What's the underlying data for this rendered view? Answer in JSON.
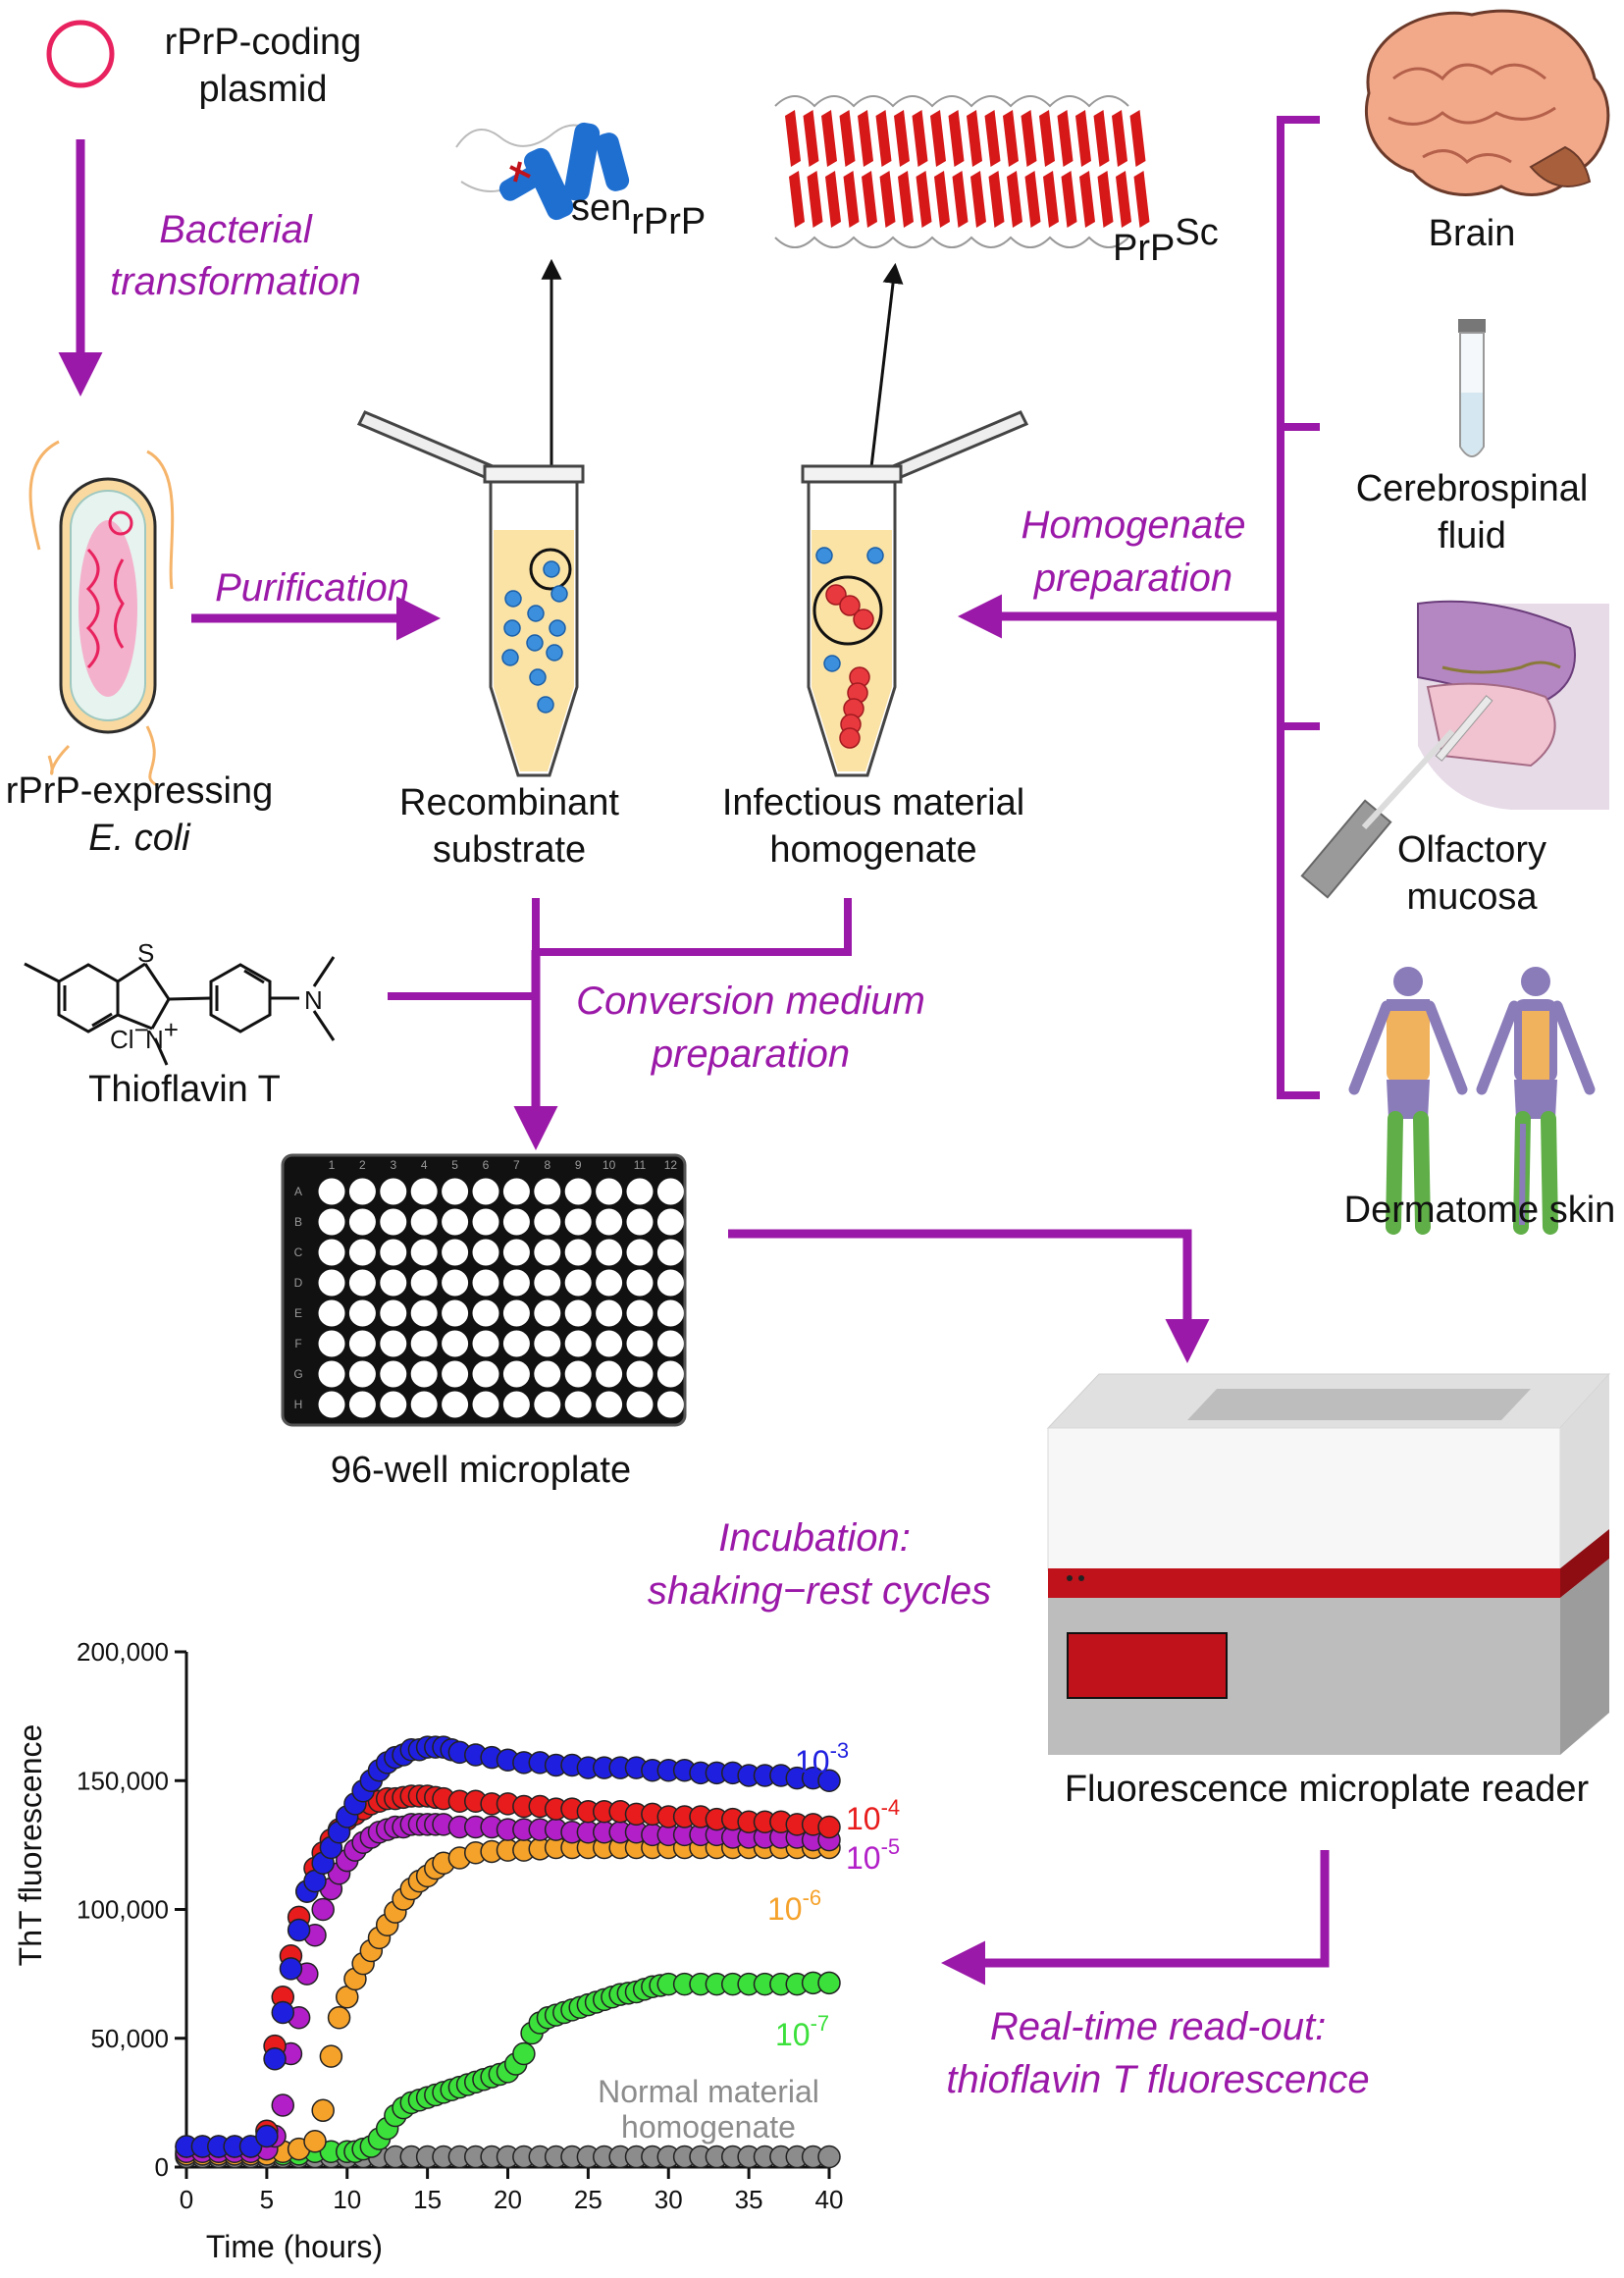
{
  "steps": {
    "bacterial_1": "Bacterial",
    "bacterial_2": "transformation",
    "purification": "Purification",
    "homogenate_1": "Homogenate",
    "homogenate_2": "preparation",
    "conversion_1": "Conversion medium",
    "conversion_2": "preparation",
    "incubation_1": "Incubation:",
    "incubation_2": "shaking−rest cycles",
    "readout_1": "Real-time read-out:",
    "readout_2": "thioflavin T fluorescence"
  },
  "labels": {
    "plasmid_1": "rPrP-coding",
    "plasmid_2": "plasmid",
    "ecoli_1": "rPrP-expressing",
    "ecoli_2": "E. coli",
    "sen_sup": "sen",
    "sen_main": "rPrP",
    "prpsc_main": "PrP",
    "prpsc_sup": "Sc",
    "tube1_1": "Recombinant",
    "tube1_2": "substrate",
    "tube2_1": "Infectious material",
    "tube2_2": "homogenate",
    "tht": "Thioflavin T",
    "tht_s": "S",
    "tht_n": "N",
    "tht_nplus": "+",
    "tht_cl": "Cl",
    "tht_clminus": "−",
    "plate": "96-well microplate",
    "reader": "Fluorescence microplate reader"
  },
  "sources": [
    {
      "line1": "Brain",
      "line2": ""
    },
    {
      "line1": "Cerebrospinal",
      "line2": "fluid"
    },
    {
      "line1": "Olfactory",
      "line2": "mucosa"
    },
    {
      "line1": "Dermatome skin",
      "line2": ""
    }
  ],
  "plate_cols": [
    "1",
    "2",
    "3",
    "4",
    "5",
    "6",
    "7",
    "8",
    "9",
    "10",
    "11",
    "12"
  ],
  "plate_rows": [
    "A",
    "B",
    "C",
    "D",
    "E",
    "F",
    "G",
    "H"
  ],
  "colors": {
    "accent": "#9b19a8",
    "plasmid": "#e8225e",
    "tube_fill": "#fbe3a6",
    "substrate_dot": "#3b8fdc",
    "prion_dot": "#e8393f",
    "reader_red": "#c0121a"
  },
  "chart_data": {
    "type": "scatter",
    "xlabel": "Time (hours)",
    "ylabel": "ThT fluorescence",
    "xlim": [
      0,
      40
    ],
    "ylim": [
      0,
      200000
    ],
    "xticks": [
      0,
      5,
      10,
      15,
      20,
      25,
      30,
      35,
      40
    ],
    "yticks": [
      0,
      50000,
      100000,
      150000,
      200000
    ],
    "xtick_labels": [
      "0",
      "5",
      "10",
      "15",
      "20",
      "25",
      "30",
      "35",
      "40"
    ],
    "ytick_labels": [
      "0",
      "50,000",
      "100,000",
      "150,000",
      "200,000"
    ],
    "grid": false,
    "series": [
      {
        "name": "10-3",
        "label_base": "10",
        "label_exp": "-3",
        "color": "#1f1fe0",
        "x": [
          0,
          1,
          2,
          3,
          4,
          5,
          5.5,
          6,
          6.5,
          7,
          7.5,
          8,
          8.5,
          9,
          9.5,
          10,
          10.5,
          11,
          11.5,
          12,
          12.5,
          13,
          13.5,
          14,
          14.5,
          15,
          15.5,
          16,
          16.5,
          17,
          18,
          19,
          20,
          21,
          22,
          23,
          24,
          25,
          26,
          27,
          28,
          29,
          30,
          31,
          32,
          33,
          34,
          35,
          36,
          37,
          38,
          39,
          40
        ],
        "y": [
          8000,
          8000,
          8000,
          8000,
          8000,
          12000,
          42000,
          60000,
          77000,
          92000,
          107000,
          111000,
          118000,
          124000,
          130000,
          136000,
          141000,
          146000,
          150000,
          154000,
          157000,
          159000,
          160000,
          162000,
          162000,
          163000,
          163000,
          163000,
          162000,
          161000,
          160000,
          159000,
          158000,
          157000,
          157000,
          156000,
          156000,
          155000,
          155000,
          155000,
          155000,
          154000,
          154000,
          154000,
          153000,
          153000,
          153000,
          152000,
          152000,
          152000,
          151000,
          151000,
          150000
        ]
      },
      {
        "name": "10-4",
        "label_base": "10",
        "label_exp": "-4",
        "color": "#e81c1c",
        "x": [
          0,
          1,
          2,
          3,
          4,
          5,
          5.5,
          6,
          6.5,
          7,
          7.5,
          8,
          8.5,
          9,
          9.5,
          10,
          10.5,
          11,
          11.5,
          12,
          12.5,
          13,
          13.5,
          14,
          14.5,
          15,
          15.5,
          16,
          17,
          18,
          19,
          20,
          21,
          22,
          23,
          24,
          25,
          26,
          27,
          28,
          29,
          30,
          31,
          32,
          33,
          34,
          35,
          36,
          37,
          38,
          39,
          40
        ],
        "y": [
          8000,
          8000,
          8000,
          8000,
          8000,
          14000,
          47000,
          66000,
          82000,
          97000,
          107000,
          116000,
          122000,
          127000,
          131000,
          135000,
          137000,
          139000,
          141000,
          142000,
          143000,
          143000,
          143500,
          144000,
          144000,
          144000,
          143500,
          143000,
          142000,
          142000,
          141000,
          141000,
          140000,
          140000,
          139000,
          139000,
          138000,
          138000,
          138000,
          137000,
          137000,
          136000,
          136000,
          136000,
          135000,
          135000,
          134000,
          134000,
          134000,
          133000,
          133000,
          132000
        ]
      },
      {
        "name": "10-5",
        "label_base": "10",
        "label_exp": "-5",
        "color": "#b21fc8",
        "x": [
          0,
          1,
          2,
          3,
          4,
          5,
          5.5,
          6,
          6.5,
          7,
          7.5,
          8,
          8.5,
          9,
          9.5,
          10,
          10.5,
          11,
          11.5,
          12,
          12.5,
          13,
          13.5,
          14,
          14.5,
          15,
          15.5,
          16,
          17,
          18,
          19,
          20,
          21,
          22,
          23,
          24,
          25,
          26,
          27,
          28,
          29,
          30,
          31,
          32,
          33,
          34,
          35,
          36,
          37,
          38,
          39,
          40
        ],
        "y": [
          6000,
          6000,
          6000,
          6000,
          6000,
          7000,
          12000,
          24000,
          44000,
          58000,
          75000,
          90000,
          100000,
          108000,
          114000,
          119000,
          123000,
          126000,
          128000,
          130000,
          131000,
          132000,
          132000,
          133000,
          133000,
          133000,
          133000,
          133000,
          132000,
          132000,
          132000,
          131000,
          131000,
          131000,
          131000,
          130000,
          130000,
          130000,
          130000,
          130000,
          129000,
          129000,
          129000,
          129000,
          129000,
          128000,
          128000,
          128000,
          128000,
          128000,
          127000,
          127000
        ]
      },
      {
        "name": "10-6",
        "label_base": "10",
        "label_exp": "-6",
        "color": "#f5a22b",
        "x": [
          0,
          1,
          2,
          3,
          4,
          5,
          6,
          7,
          8,
          8.5,
          9,
          9.5,
          10,
          10.5,
          11,
          11.5,
          12,
          12.5,
          13,
          13.5,
          14,
          14.5,
          15,
          15.5,
          16,
          17,
          18,
          19,
          20,
          21,
          22,
          23,
          24,
          25,
          26,
          27,
          28,
          29,
          30,
          31,
          32,
          33,
          34,
          35,
          36,
          37,
          38,
          39,
          40
        ],
        "y": [
          5000,
          5000,
          5000,
          5000,
          5000,
          5000,
          6000,
          7000,
          10000,
          22000,
          43000,
          58000,
          66000,
          73000,
          79000,
          84000,
          89000,
          94000,
          99000,
          104000,
          108000,
          111000,
          113000,
          116000,
          118000,
          120000,
          122000,
          122500,
          123000,
          123000,
          123500,
          124000,
          124000,
          124000,
          124000,
          124000,
          124000,
          124000,
          124000,
          124000,
          124000,
          124000,
          124000,
          124000,
          124000,
          124000,
          124000,
          124000,
          124000
        ]
      },
      {
        "name": "10-7",
        "label_base": "10",
        "label_exp": "-7",
        "color": "#3be03b",
        "x": [
          0,
          1,
          2,
          3,
          4,
          5,
          6,
          7,
          8,
          9,
          10,
          10.5,
          11,
          11.5,
          12,
          12.5,
          13,
          13.5,
          14,
          14.5,
          15,
          15.5,
          16,
          16.5,
          17,
          17.5,
          18,
          18.5,
          19,
          19.5,
          20,
          20.5,
          21,
          21.5,
          22,
          22.5,
          23,
          23.5,
          24,
          24.5,
          25,
          25.5,
          26,
          26.5,
          27,
          27.5,
          28,
          28.5,
          29,
          29.5,
          30,
          31,
          32,
          33,
          34,
          35,
          36,
          37,
          38,
          39,
          40
        ],
        "y": [
          5000,
          5000,
          5000,
          5000,
          5000,
          5000,
          5000,
          5000,
          6000,
          6000,
          6000,
          6000,
          7000,
          8000,
          11000,
          15000,
          20000,
          23000,
          25000,
          26000,
          27000,
          28000,
          29000,
          30000,
          31000,
          32000,
          33000,
          34000,
          35000,
          36000,
          37000,
          40000,
          44000,
          52000,
          56000,
          58000,
          59000,
          60000,
          61000,
          62000,
          63000,
          64000,
          65000,
          66000,
          67000,
          67500,
          68000,
          69000,
          70000,
          70500,
          71000,
          71000,
          71000,
          71000,
          71000,
          71000,
          71000,
          71000,
          71000,
          71500,
          71500
        ]
      },
      {
        "name": "Normal material homogenate",
        "label_line1": "Normal material",
        "label_line2": "homogenate",
        "color": "#8c8c8c",
        "x": [
          0,
          1,
          2,
          3,
          4,
          5,
          6,
          7,
          8,
          9,
          10,
          11,
          12,
          13,
          14,
          15,
          16,
          17,
          18,
          19,
          20,
          21,
          22,
          23,
          24,
          25,
          26,
          27,
          28,
          29,
          30,
          31,
          32,
          33,
          34,
          35,
          36,
          37,
          38,
          39,
          40
        ],
        "y": [
          4000,
          4000,
          4000,
          4000,
          4000,
          4000,
          4000,
          4000,
          4000,
          4000,
          4000,
          4000,
          4000,
          4000,
          4000,
          4000,
          4000,
          4000,
          4000,
          4000,
          4000,
          4000,
          4000,
          4000,
          4000,
          4000,
          4000,
          4000,
          4000,
          4000,
          4000,
          4000,
          4000,
          4000,
          4000,
          4000,
          4000,
          4000,
          4000,
          4000,
          4000
        ]
      }
    ]
  }
}
